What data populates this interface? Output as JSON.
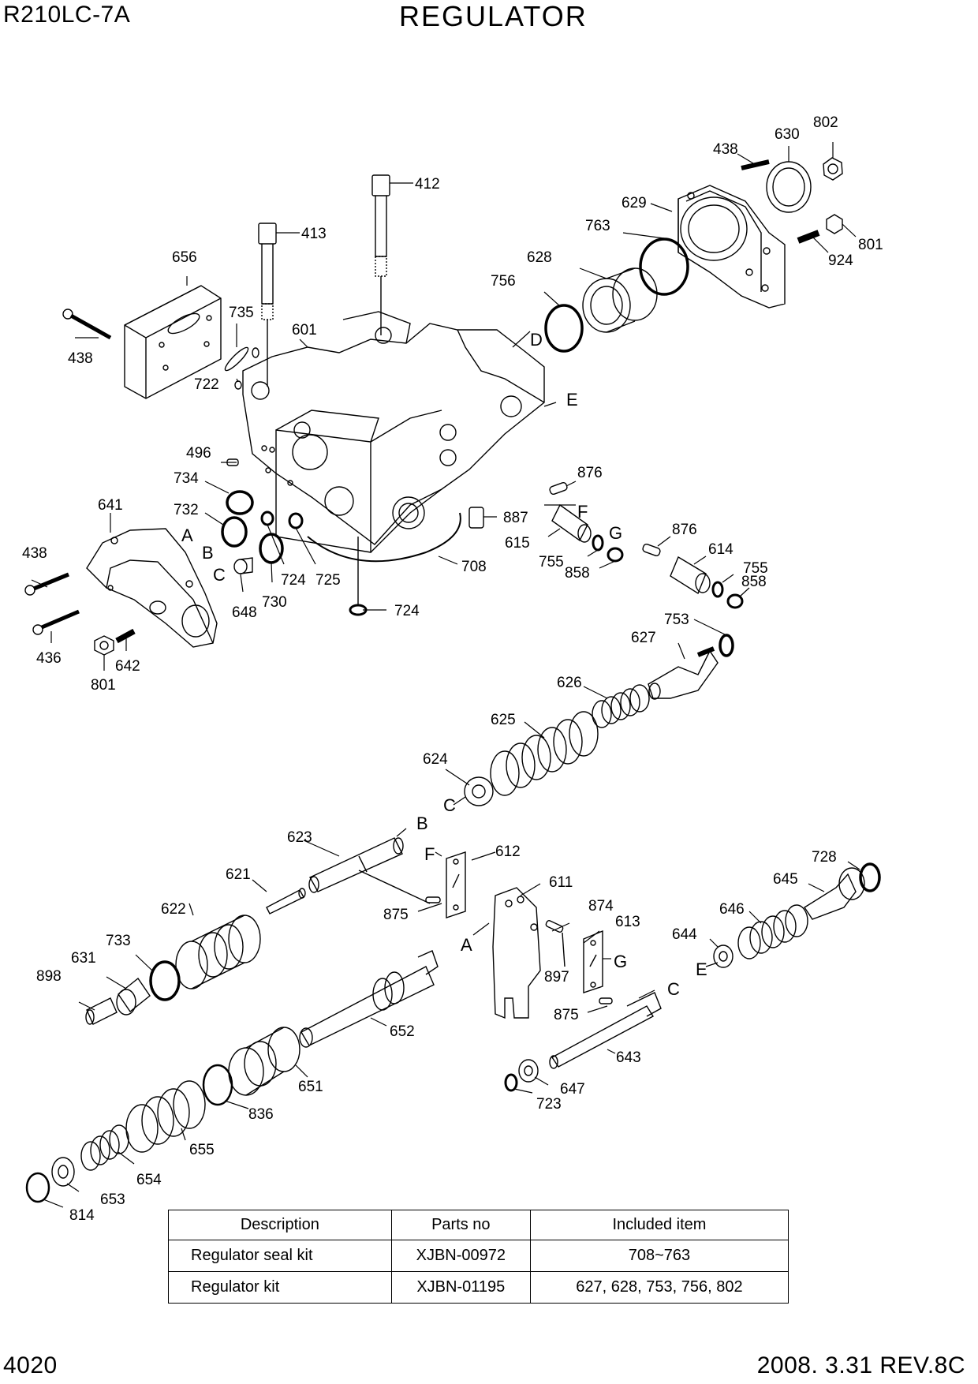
{
  "header": {
    "model": "R210LC-7A",
    "title": "REGULATOR"
  },
  "footer": {
    "page_number": "4020",
    "revision": "2008. 3.31  REV.8C"
  },
  "parts": [
    "412",
    "413",
    "656",
    "735",
    "438",
    "722",
    "601",
    "496",
    "734",
    "732",
    "641",
    "438",
    "630",
    "802",
    "438",
    "629",
    "763",
    "801",
    "924",
    "628",
    "756",
    "876",
    "887",
    "615",
    "755",
    "858",
    "876",
    "614",
    "755",
    "858",
    "648",
    "730",
    "724",
    "725",
    "708",
    "724",
    "436",
    "642",
    "801",
    "753",
    "627",
    "626",
    "625",
    "624",
    "623",
    "621",
    "622",
    "733",
    "631",
    "898",
    "875",
    "612",
    "611",
    "874",
    "613",
    "897",
    "875",
    "652",
    "651",
    "836",
    "655",
    "654",
    "653",
    "814",
    "728",
    "645",
    "646",
    "644",
    "643",
    "647",
    "723"
  ],
  "refs": [
    "A",
    "B",
    "C",
    "D",
    "E",
    "F",
    "G",
    "C",
    "B",
    "F",
    "A",
    "G",
    "C",
    "E"
  ],
  "kit_table": {
    "headers": [
      "Description",
      "Parts no",
      "Included item"
    ],
    "rows": [
      [
        "Regulator seal kit",
        "XJBN-00972",
        "708~763"
      ],
      [
        "Regulator kit",
        "XJBN-01195",
        "627, 628, 753, 756, 802"
      ]
    ]
  }
}
